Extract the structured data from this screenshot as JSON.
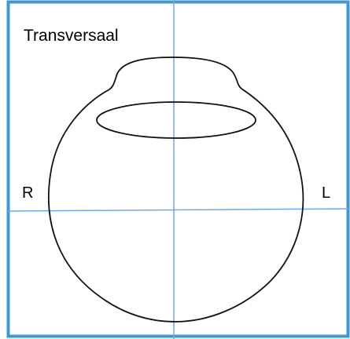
{
  "diagram": {
    "title": "Transversaal",
    "left_label": "R",
    "right_label": "L",
    "colors": {
      "frame": "#3d98d6",
      "guide": "#6aa8e8",
      "outline": "#111111",
      "text": "#000000",
      "background": "#ffffff"
    }
  }
}
